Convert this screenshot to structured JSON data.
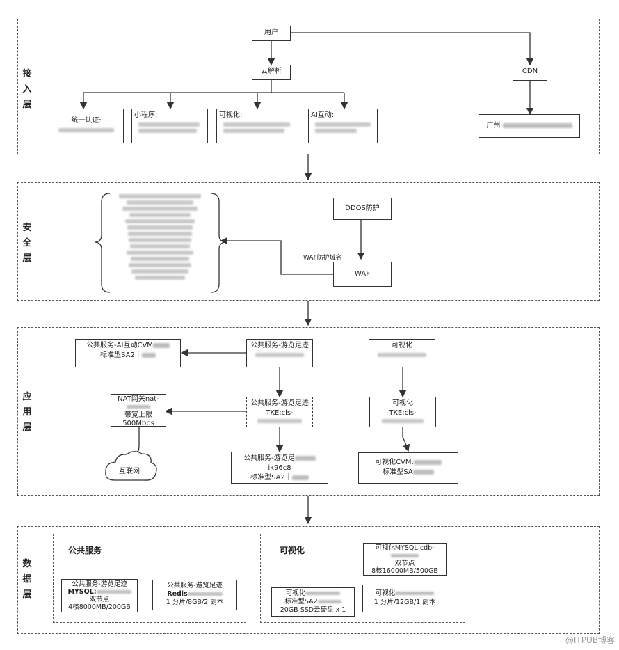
{
  "layers": {
    "access": "接入层",
    "security": "安全层",
    "application": "应用层",
    "data": "数据层"
  },
  "access": {
    "user": "用户",
    "dns": "云解析",
    "cdn": "CDN",
    "uniauth": "统一认证:",
    "miniprogram": "小程序:",
    "visual": "可视化:",
    "ai": "AI互动:",
    "cdn_child": "广州"
  },
  "security": {
    "ddos": "DDOS防护",
    "waf": "WAF",
    "waf_edge": "WAF防护域名"
  },
  "application": {
    "ai_cvm_l1": "公共服务-AI互动CVM",
    "ai_cvm_l2": "标准型SA2｜",
    "tour_l1": "公共服务-游览足迹",
    "nat_l1": "NAT网关nat-",
    "nat_l2": "带宽上限",
    "nat_l3": "500Mbps",
    "internet": "互联网",
    "tke_l1": "公共服务-游览足迹",
    "tke_l2": "TKE:cls-",
    "tourcvm_l1": "公共服务-游览足",
    "tourcvm_l2": "ik96c8",
    "tourcvm_l3": "标准型SA2｜",
    "vis_l1": "可视化",
    "vistke_l1": "可视化",
    "vistke_l2": "TKE:cls-",
    "viscvm_l1": "可视化CVM:",
    "viscvm_l2": "标准型SA"
  },
  "data": {
    "public_title": "公共服务",
    "visual_title": "可视化",
    "mysql_pub_l1": "公共服务-游览足迹",
    "mysql_pub_l2": "MYSQL:",
    "mysql_pub_l3": "双节点",
    "mysql_pub_l4": "4核8000MB/200GB",
    "redis_pub_l1": "公共服务-游览足迹",
    "redis_pub_l2": "Redis",
    "redis_pub_l3": "1 分片/8GB/2 副本",
    "mysql_vis_l1": "可视化MYSQL:cdb-",
    "mysql_vis_l2": "双节点",
    "mysql_vis_l3": "8核16000MB/500GB",
    "disk_vis_l1": "可视化",
    "disk_vis_l2": "标准型SA2",
    "disk_vis_l3": "20GB SSD云硬盘 x 1",
    "redis_vis_l1": "可视化",
    "redis_vis_l2": "1 分片/12GB/1 副本"
  },
  "watermark": "@ITPUB博客"
}
